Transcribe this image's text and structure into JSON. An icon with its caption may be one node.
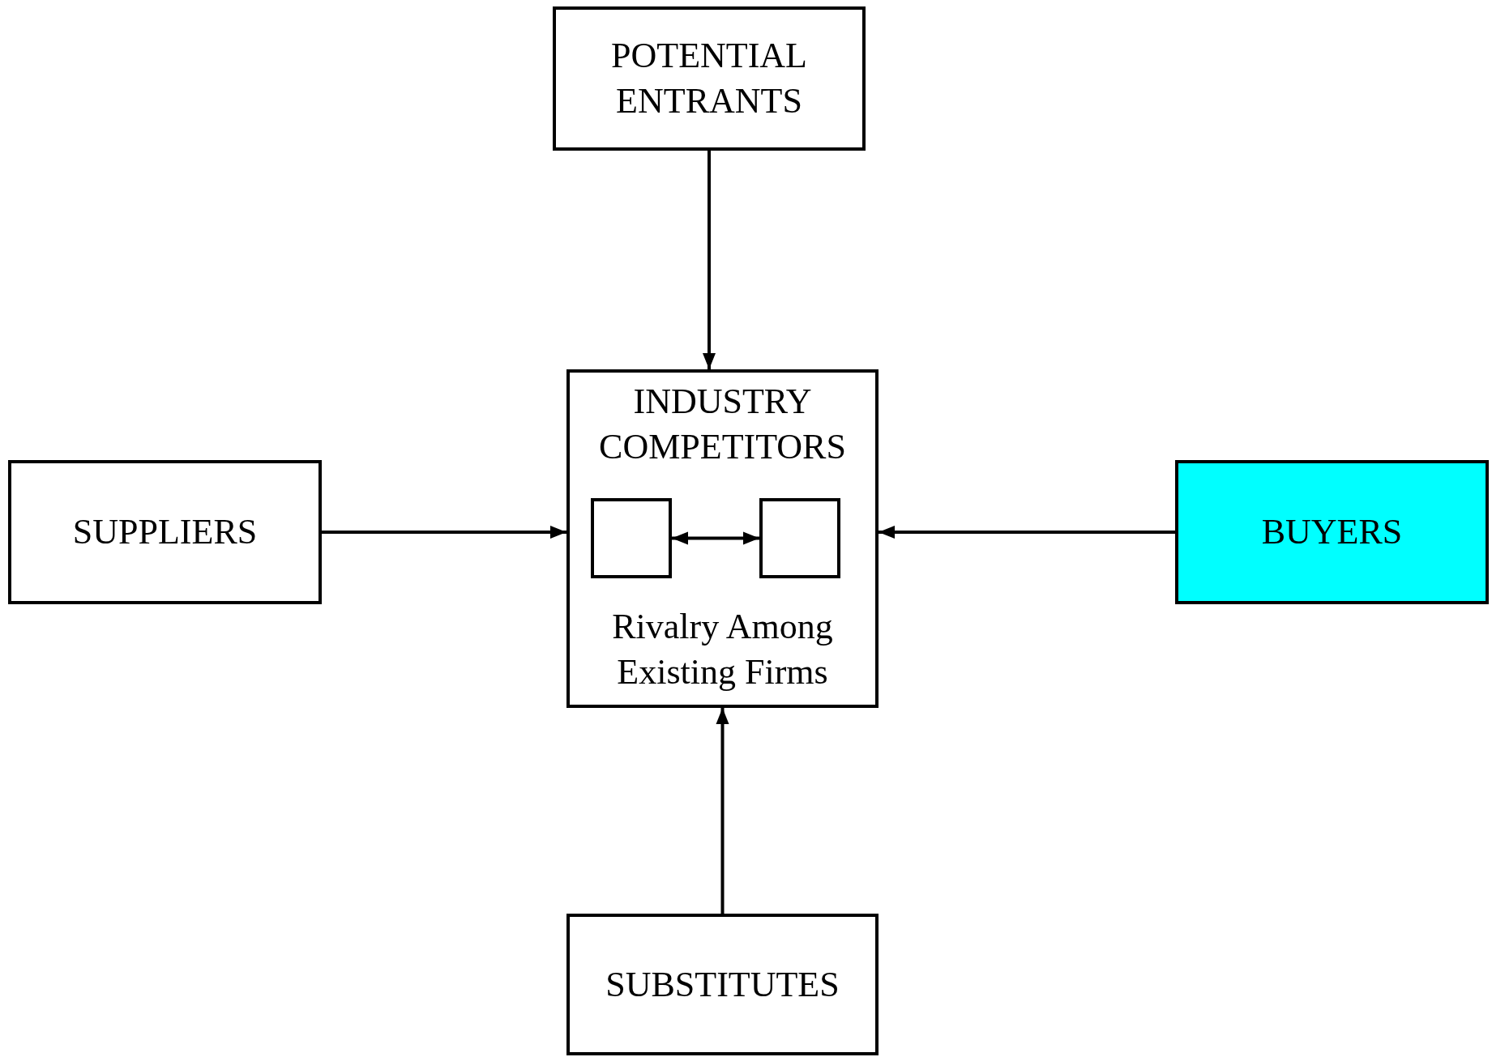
{
  "diagram": {
    "nodes": [
      {
        "text": [
          "POTENTIAL ENTRANTS"
        ]
      },
      {
        "text": [
          "INDUSTRY COMPETITORS",
          "Rivalry Among Existing Firms"
        ]
      },
      {
        "text": [],
        "shape": "box",
        "in": 1
      },
      {
        "text": [],
        "shape": "box",
        "in": 1
      },
      {
        "text": [
          "SUPPLIERS"
        ]
      },
      {
        "text": [
          "BUYERS"
        ]
      },
      {
        "text": [
          "SUBSTITUTES"
        ]
      }
    ],
    "edges": [
      {
        "from": 0,
        "to": 1,
        "arrow": "to"
      },
      {
        "from": 4,
        "to": 1,
        "arrow": "to"
      },
      {
        "from": 5,
        "to": 1,
        "arrow": "to"
      },
      {
        "from": 6,
        "to": 1,
        "arrow": "to"
      },
      {
        "from": 2,
        "to": 3,
        "arrow": "both"
      }
    ]
  }
}
